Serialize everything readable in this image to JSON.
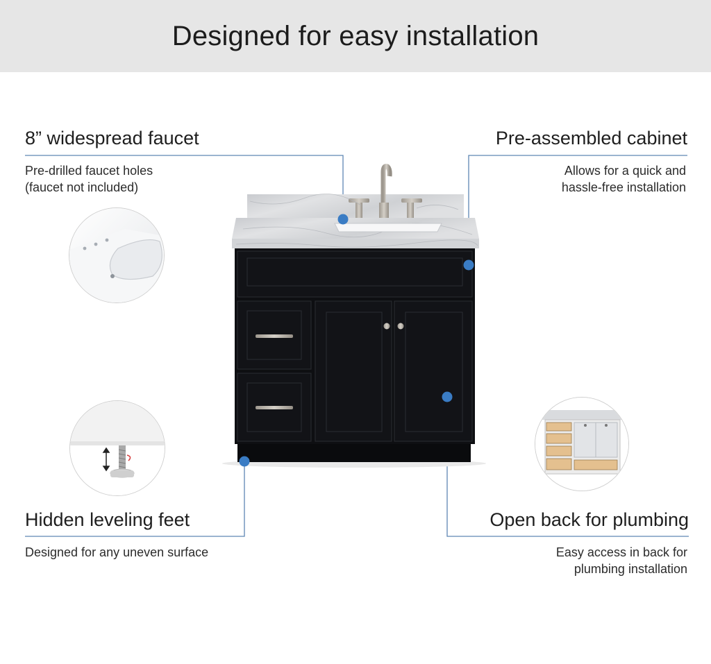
{
  "banner": {
    "title": "Designed for easy installation"
  },
  "features": {
    "faucet": {
      "heading": "8” widespread faucet",
      "desc": "Pre-drilled faucet holes\n(faucet not included)"
    },
    "cabinet": {
      "heading": "Pre-assembled cabinet",
      "desc": "Allows for  a quick and\nhassle-free installation"
    },
    "feet": {
      "heading": "Hidden leveling feet",
      "desc": "Designed for any uneven surface"
    },
    "plumbing": {
      "heading": "Open back for plumbing",
      "desc": "Easy access in back for\nplumbing installation"
    }
  },
  "colors": {
    "banner_bg": "#e6e6e6",
    "accent_dot": "#3a7cc4",
    "leader_line": "#5d86b3",
    "cabinet_body": "#0e0f12",
    "countertop": "#d9dadd",
    "hardware": "#b9b3aa"
  }
}
